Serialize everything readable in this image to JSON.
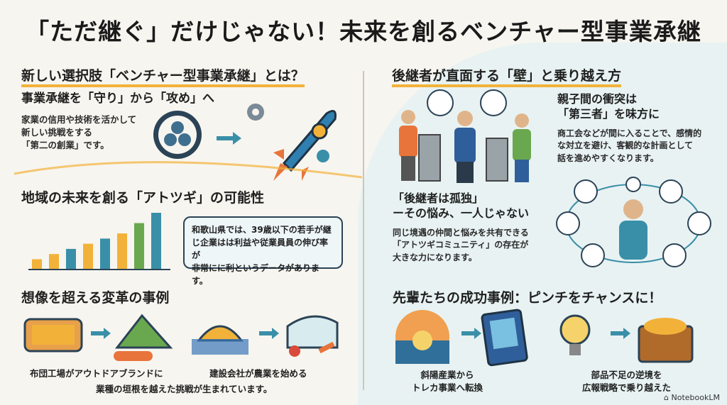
{
  "title": "「ただ継ぐ」だけじゃない！未来を創るベンチャー型事業承継",
  "left": {
    "section1": {
      "heading": "新しい選択肢「ベンチャー型事業承継」とは？",
      "subheading": "事業承継を「守り」から「攻め」へ",
      "body": [
        "家業の信用や技術を活かして",
        "新しい挑戦をする",
        "「第二の創業」です。"
      ]
    },
    "section2": {
      "heading": "地域の未来を創る「アトツギ」の可能性",
      "bubble": [
        "和歌山県では、39歳以下の若手が継",
        "じ企業はは利益や従業員員の伸び率が",
        "非常にに利というデータがあります。"
      ],
      "bars": [
        1,
        1.5,
        2,
        2.5,
        3,
        3.5,
        4.5,
        5.5
      ]
    },
    "section3": {
      "heading": "想像を超える変革の事例",
      "case1": "布団工場がアウトドアブランドに",
      "case2": "建設会社が農業を始める",
      "summary": "業種の垣根を越えた挑戦が生まれています。"
    }
  },
  "right": {
    "section1": {
      "heading": "後継者が直面する「壁」と乗り越え方",
      "point1_title": [
        "親子間の衝突は",
        "「第三者」を味方に"
      ],
      "point1_body": [
        "商工会などが間に入ることで、感情的",
        "な対立を避け、客観的な計画として",
        "話を進めやすくなります。"
      ],
      "point2_title": [
        "「後継者は孤独」",
        "ーその悩み、一人じゃない"
      ],
      "point2_body": [
        "同じ境遇の仲間と悩みを共有できる",
        "「アトツギコミュニティ」の存在が",
        "大きな力になります。"
      ]
    },
    "section2": {
      "heading": "先輩たちの成功事例：ピンチをチャンスに！",
      "case1": [
        "斜陽産業から",
        "トレカ事業へ転換"
      ],
      "case2": [
        "部品不足の逆境を",
        "広報戦略で乗り越えた"
      ]
    }
  },
  "footer": {
    "brand": "NotebookLM"
  },
  "colors": {
    "accent": "#f2b23a",
    "navy": "#2b4356",
    "teal": "#3a8fa8",
    "orange": "#e8743b"
  }
}
